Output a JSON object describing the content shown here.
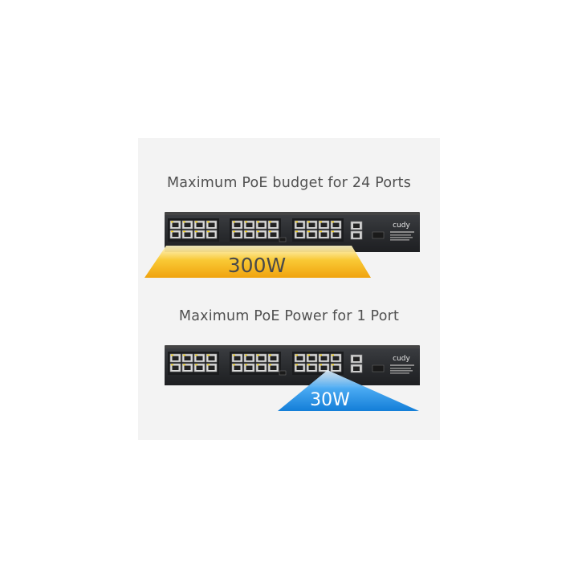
{
  "captions": {
    "top": "Maximum PoE budget for 24 Ports",
    "bottom": "Maximum PoE Power for 1 Port"
  },
  "switch": {
    "brand": "cudy"
  },
  "badges": {
    "budget": "300W",
    "per_port": "30W"
  },
  "colors": {
    "background": "#ffffff",
    "panel": "#f3f3f3",
    "chassis": "#2a2c2f",
    "budget_glow": "#f5b617",
    "per_port_glow": "#1d8fe6",
    "caption_text": "#505050"
  }
}
